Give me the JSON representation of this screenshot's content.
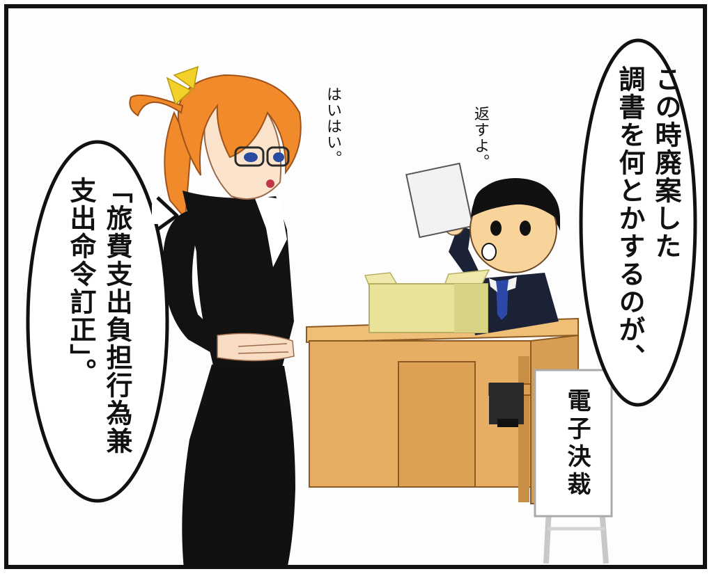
{
  "speech": {
    "right_lines": [
      "この時廃案した",
      "調書を何とかするのが、"
    ],
    "left_lines": [
      "「旅費支出負担行為兼",
      "支出命令訂正」。"
    ]
  },
  "sounds": {
    "woman": "はいはい。",
    "man": "返すよ。"
  },
  "sign": {
    "label": "電子決裁"
  },
  "colors": {
    "suit": "#121212",
    "hair": "#f08a2a",
    "desk": "#e7ad62",
    "box": "#e9e39a",
    "man_suit": "#1c2235",
    "tie": "#2c49a8"
  }
}
